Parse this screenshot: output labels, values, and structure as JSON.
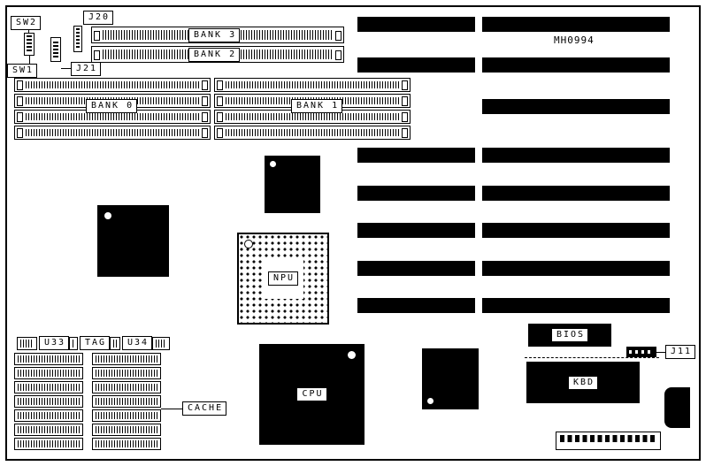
{
  "board": {
    "id_text": "MH0994",
    "labels": {
      "sw2": "SW2",
      "sw1": "SW1",
      "j20": "J20",
      "j21": "J21",
      "bank3": "BANK 3",
      "bank2": "BANK 2",
      "bank0": "BANK 0",
      "bank1": "BANK 1",
      "npu": "NPU",
      "cpu": "CPU",
      "u33": "U33",
      "tag": "TAG",
      "u34": "U34",
      "cache": "CACHE",
      "bios": "BIOS",
      "kbd": "KBD",
      "j11": "J11"
    }
  }
}
